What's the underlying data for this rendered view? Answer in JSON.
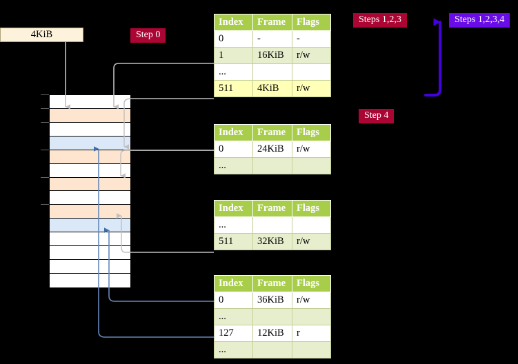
{
  "diagram": {
    "title_badges": [
      {
        "name": "step-0",
        "label": "Step 0",
        "color": "#ab0534"
      },
      {
        "name": "step-4",
        "label": "Step 4",
        "color": "#ab0534"
      },
      {
        "name": "steps-1-2-3",
        "label": "Steps 1,2,3",
        "color": "#ab0534"
      },
      {
        "name": "steps-1-2-3-4",
        "label": "Steps 1,2,3,4",
        "color": "#6a0ce8"
      }
    ],
    "memory_label": {
      "label": "4KiB"
    },
    "columns": [
      "Index",
      "Frame",
      "Flags"
    ],
    "tables": [
      {
        "name": "page-table-level-4",
        "headers": [
          "Index",
          "Frame",
          "Flags"
        ],
        "rows": [
          {
            "cells": [
              "0",
              "-",
              "-"
            ],
            "shade": "odd",
            "highlight": false
          },
          {
            "cells": [
              "1",
              "16KiB",
              "r/w"
            ],
            "shade": "even",
            "highlight": false
          },
          {
            "cells": [
              "...",
              "",
              ""
            ],
            "shade": "odd",
            "highlight": false
          },
          {
            "cells": [
              "511",
              "4KiB",
              "r/w"
            ],
            "shade": "even",
            "highlight": true
          }
        ]
      },
      {
        "name": "page-table-level-3",
        "headers": [
          "Index",
          "Frame",
          "Flags"
        ],
        "rows": [
          {
            "cells": [
              "0",
              "24KiB",
              "r/w"
            ],
            "shade": "odd",
            "highlight": false
          },
          {
            "cells": [
              "...",
              "",
              ""
            ],
            "shade": "even",
            "highlight": false
          }
        ]
      },
      {
        "name": "page-table-level-2",
        "headers": [
          "Index",
          "Frame",
          "Flags"
        ],
        "rows": [
          {
            "cells": [
              "...",
              "",
              ""
            ],
            "shade": "odd",
            "highlight": false
          },
          {
            "cells": [
              "511",
              "32KiB",
              "r/w"
            ],
            "shade": "even",
            "highlight": false
          }
        ]
      },
      {
        "name": "page-table-level-1",
        "headers": [
          "Index",
          "Frame",
          "Flags"
        ],
        "rows": [
          {
            "cells": [
              "0",
              "36KiB",
              "r/w"
            ],
            "shade": "odd",
            "highlight": false
          },
          {
            "cells": [
              "...",
              "",
              ""
            ],
            "shade": "even",
            "highlight": false
          },
          {
            "cells": [
              "127",
              "12KiB",
              "r"
            ],
            "shade": "odd",
            "highlight": false
          },
          {
            "cells": [
              "...",
              "",
              ""
            ],
            "shade": "even",
            "highlight": false
          }
        ]
      }
    ],
    "memory_frames": [
      {
        "index": 0,
        "fill": "#ffffff",
        "tick": true
      },
      {
        "index": 1,
        "fill": "#fde5cf",
        "tick": true
      },
      {
        "index": 2,
        "fill": "#ffffff",
        "tick": true
      },
      {
        "index": 3,
        "fill": "#dbe8f8",
        "tick": false
      },
      {
        "index": 4,
        "fill": "#fde5cf",
        "tick": true
      },
      {
        "index": 5,
        "fill": "#ffffff",
        "tick": false
      },
      {
        "index": 6,
        "fill": "#fde5cf",
        "tick": true
      },
      {
        "index": 7,
        "fill": "#ffffff",
        "tick": false
      },
      {
        "index": 8,
        "fill": "#fde5cf",
        "tick": true
      },
      {
        "index": 9,
        "fill": "#dbe8f8",
        "tick": false
      },
      {
        "index": 10,
        "fill": "#ffffff",
        "tick": false
      },
      {
        "index": 11,
        "fill": "#ffffff",
        "tick": false
      },
      {
        "index": 12,
        "fill": "#ffffff",
        "tick": false
      },
      {
        "index": 13,
        "fill": "#ffffff",
        "tick": false
      }
    ],
    "colors": {
      "background": "#000000",
      "table_header": "#a8cd4b",
      "table_row_alt": "#e7eecd",
      "table_highlight": "#ffffb8",
      "frame_peach": "#fde5cf",
      "frame_blue": "#dbe8f8",
      "label_box": "#fdf3dc",
      "arrow_gray": "#b8b8b8",
      "arrow_blue": "#6688bb",
      "arrow_violet": "#4400dd",
      "badge_crimson": "#ab0534",
      "badge_violet": "#6a0ce8"
    }
  }
}
